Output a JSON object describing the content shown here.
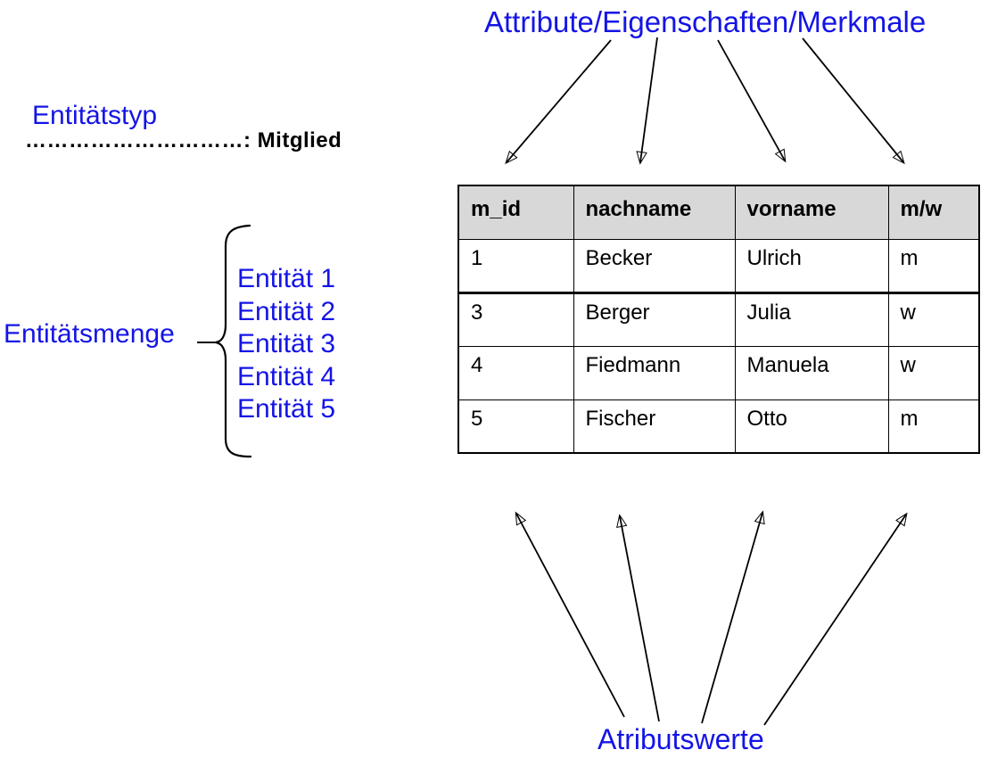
{
  "colors": {
    "label_blue": "#1414e6",
    "table_header_bg": "#d8d8d8",
    "line_color": "#000000"
  },
  "labels": {
    "attributes_title": "Attribute/Eigenschaften/Merkmale",
    "entity_type": "Entitätstyp",
    "entity_type_dotted": "…………………………: Mitglied",
    "entity_set": "Entitätsmenge",
    "attribute_values": "Atributswerte"
  },
  "entity_list": [
    "Entität 1",
    "Entität 2",
    "Entität 3",
    "Entität 4",
    "Entität 5"
  ],
  "table": {
    "columns": [
      "m_id",
      "nachname",
      "vorname",
      "m/w"
    ],
    "rows": [
      [
        "1",
        "Becker",
        "Ulrich",
        "m"
      ],
      [
        "3",
        "Berger",
        "Julia",
        "w"
      ],
      [
        "4",
        "Fiedmann",
        "Manuela",
        "w"
      ],
      [
        "5",
        "Fischer",
        "Otto",
        "m"
      ]
    ]
  }
}
